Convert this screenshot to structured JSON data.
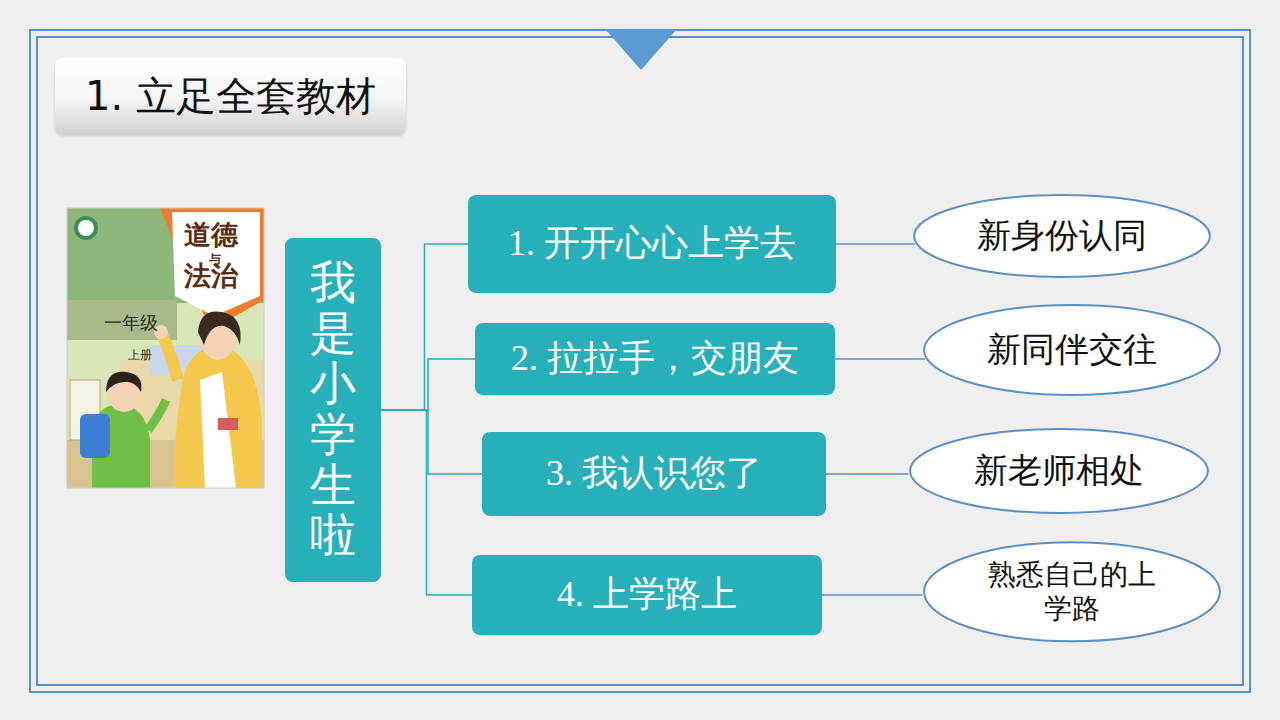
{
  "diagram": {
    "title": "1. 立足全套教材",
    "nodes": [
      {
        "text": [
          "我是小学生啦"
        ]
      },
      {
        "text": [
          "1. 开开心心上学去"
        ]
      },
      {
        "text": [
          "2. 拉拉手，交朋友"
        ]
      },
      {
        "text": [
          "3. 我认识您了"
        ]
      },
      {
        "text": [
          "4. 上学路上"
        ]
      },
      {
        "text": [
          "新身份认同"
        ]
      },
      {
        "text": [
          "新同伴交往"
        ]
      },
      {
        "text": [
          "新老师相处"
        ]
      },
      {
        "text": [
          "熟悉自己的上 学路"
        ]
      }
    ],
    "edges": [
      {
        "from": 0,
        "to": 1,
        "arrow": "none"
      },
      {
        "from": 0,
        "to": 2,
        "arrow": "none"
      },
      {
        "from": 0,
        "to": 3,
        "arrow": "none"
      },
      {
        "from": 0,
        "to": 4,
        "arrow": "none"
      },
      {
        "from": 1,
        "to": 5,
        "arrow": "none"
      },
      {
        "from": 2,
        "to": 6,
        "arrow": "none"
      },
      {
        "from": 3,
        "to": 7,
        "arrow": "none"
      },
      {
        "from": 4,
        "to": 8,
        "arrow": "none"
      }
    ],
    "labels": [
      "道德",
      "与",
      "法治",
      "一年级",
      "上册"
    ]
  }
}
